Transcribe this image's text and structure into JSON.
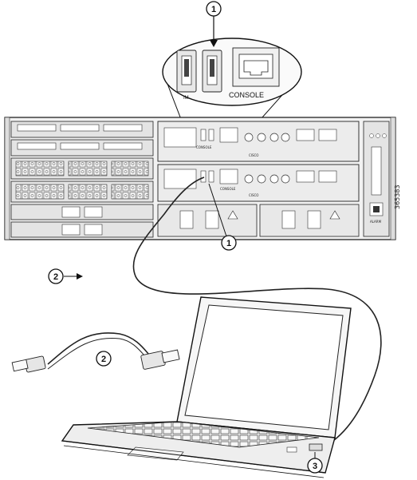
{
  "callouts": {
    "top_zoom": "1",
    "usb_port": "1",
    "cable": "2",
    "cable_loose": "2",
    "laptop_port": "3"
  },
  "zoom_labels": {
    "console": "CONSOLE",
    "partial_left": "IM"
  },
  "chassis_labels": {
    "cisco_upper": "CISCO",
    "cisco_lower": "CISCO",
    "console_upper": "CONSOLE",
    "console_lower": "CONSOLE",
    "alarm": "ALARM"
  },
  "figure_id": "365383",
  "colors": {
    "line": "#111111",
    "chassis_fill": "#f2f2f2",
    "panel_fill": "#e4e4e4",
    "screen_fill": "#ffffff"
  }
}
